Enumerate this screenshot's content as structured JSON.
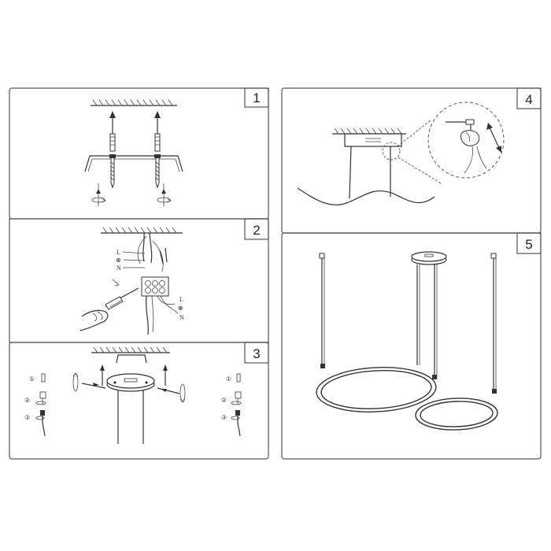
{
  "panels": [
    {
      "number": "1"
    },
    {
      "number": "2",
      "labels": {
        "line": "L",
        "neutral": "N",
        "ground": "⊕"
      }
    },
    {
      "number": "3",
      "steps": [
        "①",
        "②",
        "③"
      ]
    },
    {
      "number": "4"
    },
    {
      "number": "5"
    }
  ],
  "colors": {
    "border": "#555555",
    "line": "#333333",
    "background": "#ffffff"
  }
}
